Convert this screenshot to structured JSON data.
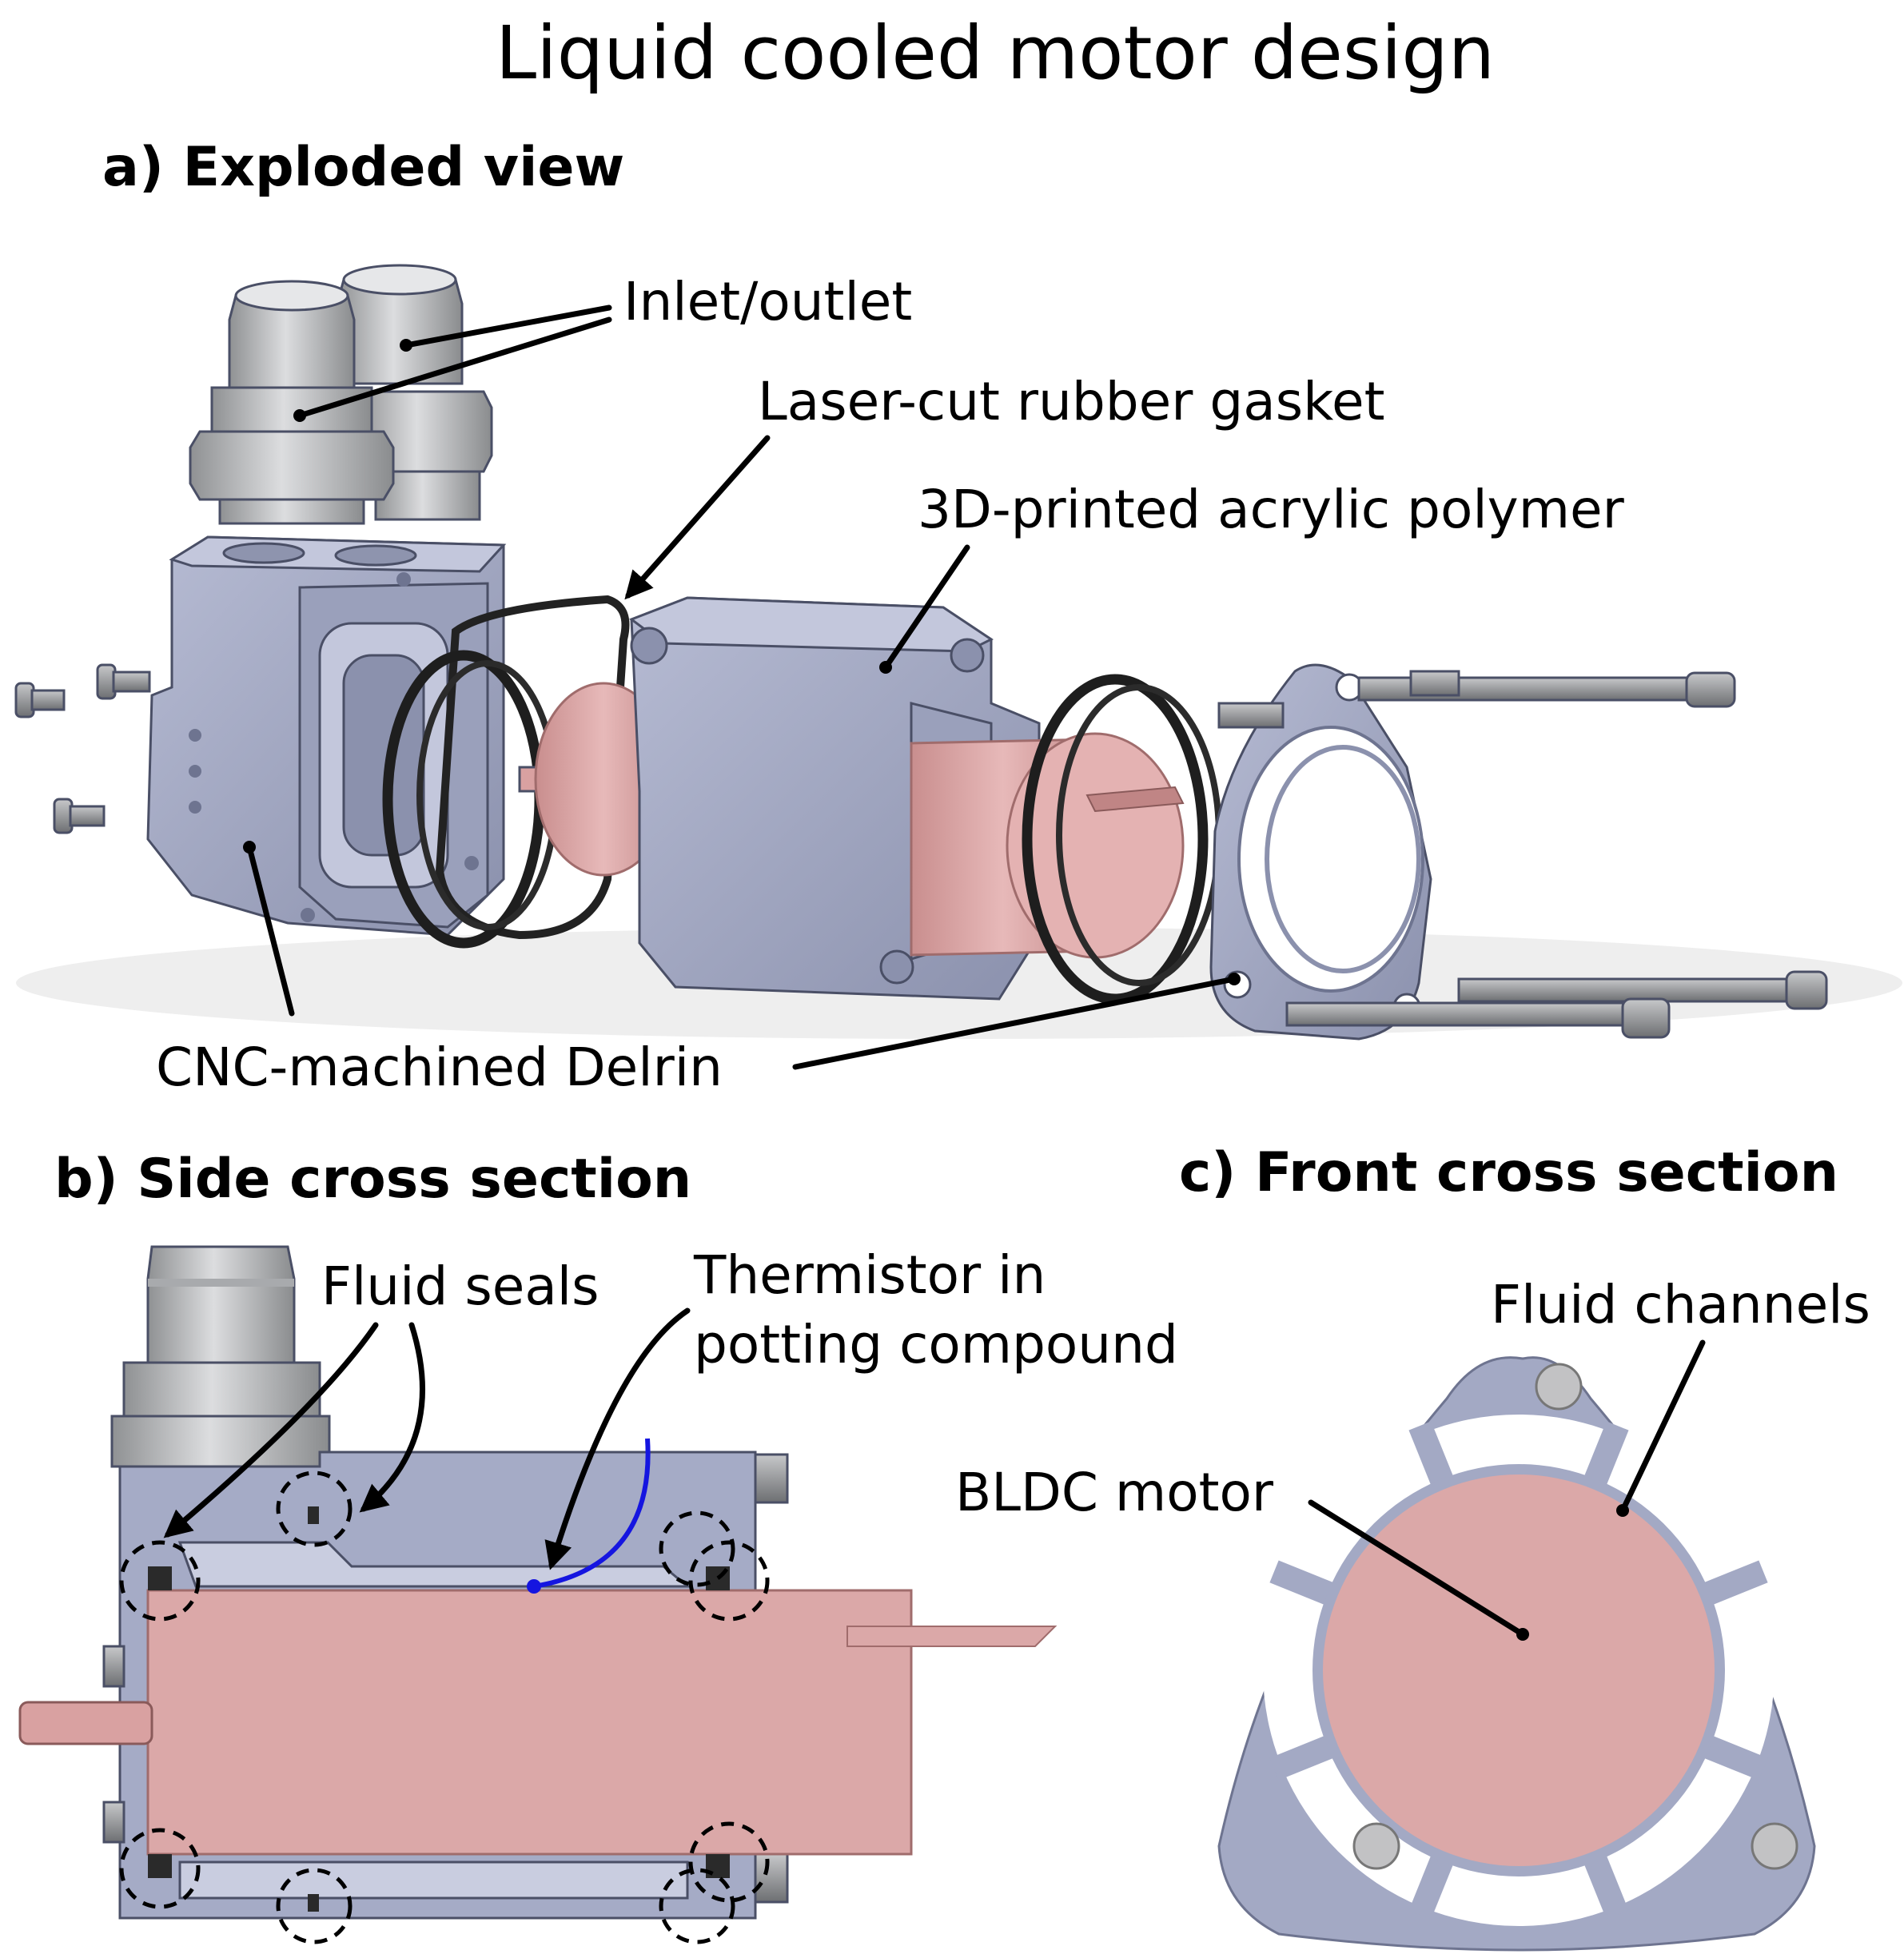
{
  "title": "Liquid cooled motor design",
  "panels": {
    "a": "a) Exploded view",
    "b": "b) Side cross section",
    "c": "c) Front cross section"
  },
  "labels": {
    "inlet_outlet": "Inlet/outlet",
    "gasket": "Laser-cut rubber gasket",
    "acrylic": "3D-printed acrylic polymer",
    "delrin": "CNC-machined Delrin",
    "fluid_seals": "Fluid seals",
    "thermistor_line1": "Thermistor in",
    "thermistor_line2": "potting compound",
    "bldc_motor": "BLDC motor",
    "fluid_channels": "Fluid channels"
  },
  "colors": {
    "housing": "#a3a9c4",
    "housing_dark": "#7c829e",
    "motor": "#dba8a8",
    "fitting": "#b9bbbd",
    "gasket": "#222222",
    "thermistor_wire": "#1515e0"
  }
}
